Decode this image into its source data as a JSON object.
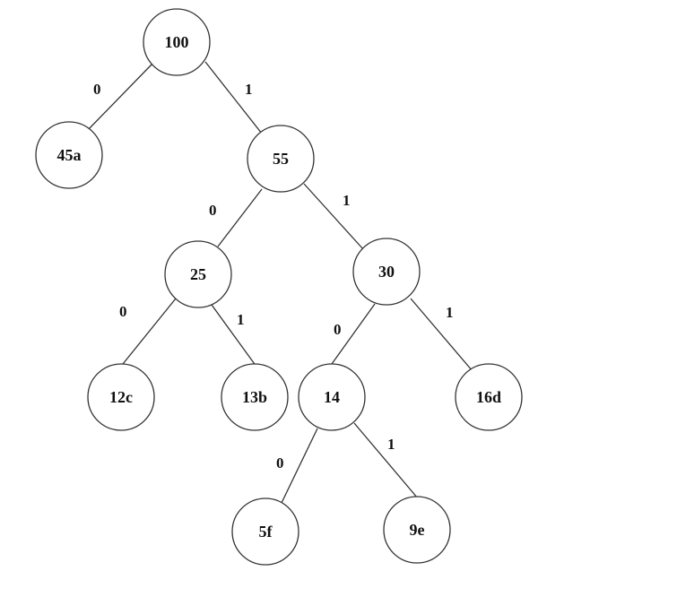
{
  "tree": {
    "nodes": {
      "n100": "100",
      "n45a": "45a",
      "n55": "55",
      "n25": "25",
      "n30": "30",
      "n12c": "12c",
      "n13b": "13b",
      "n14": "14",
      "n16d": "16d",
      "n5f": "5f",
      "n9e": "9e"
    },
    "edges": {
      "e100_45a": "0",
      "e100_55": "1",
      "e55_25": "0",
      "e55_30": "1",
      "e25_12c": "0",
      "e25_13b": "1",
      "e30_14": "0",
      "e30_16d": "1",
      "e14_5f": "0",
      "e14_9e": "1"
    }
  }
}
